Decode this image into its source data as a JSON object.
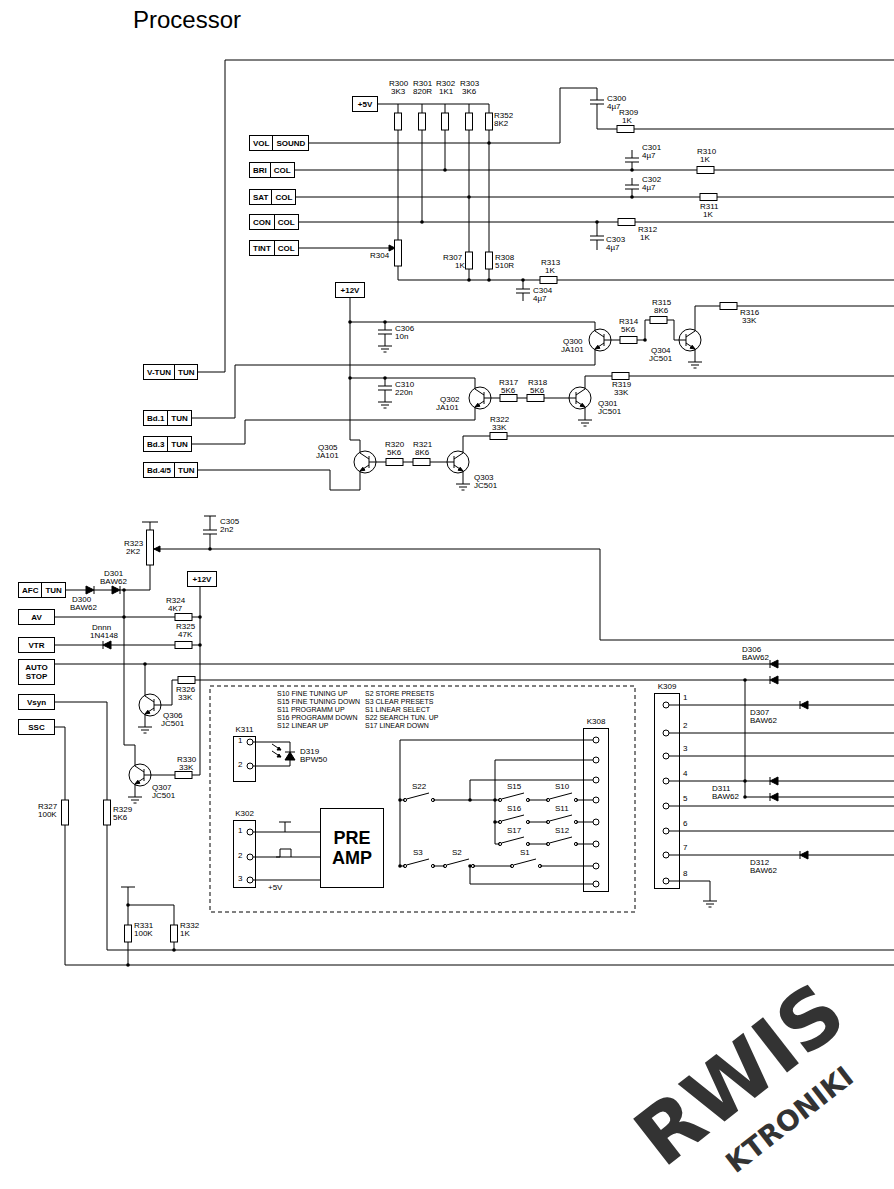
{
  "diagram": {
    "title": "Processor",
    "nodes": [
      {
        "text": [
          "+5V"
        ]
      },
      {
        "text": [
          "VOL",
          "SOUND"
        ]
      },
      {
        "text": [
          "BRI",
          "COL"
        ]
      },
      {
        "text": [
          "SAT",
          "COL"
        ]
      },
      {
        "text": [
          "CON",
          "COL"
        ]
      },
      {
        "text": [
          "TINT",
          "COL"
        ]
      },
      {
        "text": [
          "+12V"
        ]
      },
      {
        "text": [
          "V-TUN",
          "TUN"
        ]
      },
      {
        "text": [
          "Bd.1",
          "TUN"
        ]
      },
      {
        "text": [
          "Bd.3",
          "TUN"
        ]
      },
      {
        "text": [
          "Bd.4/5",
          "TUN"
        ]
      },
      {
        "text": [
          "AFC",
          "TUN"
        ]
      },
      {
        "text": [
          "AV"
        ]
      },
      {
        "text": [
          "+12V"
        ]
      },
      {
        "text": [
          "VTR"
        ]
      },
      {
        "text": [
          "AUTO STOP"
        ]
      },
      {
        "text": [
          "Vsyn"
        ]
      },
      {
        "text": [
          "SSC"
        ]
      },
      {
        "text": [
          "K311"
        ]
      },
      {
        "text": [
          "K302"
        ]
      },
      {
        "text": [
          "PRE AMP"
        ]
      },
      {
        "text": [
          "K308"
        ]
      },
      {
        "text": [
          "K309"
        ]
      }
    ],
    "edges": [
      {
        "from": 19,
        "to": 20,
        "arrow": "none"
      },
      {
        "from": 19,
        "to": 20,
        "arrow": "none"
      },
      {
        "from": 19,
        "to": 20,
        "arrow": "none"
      }
    ],
    "labels": [
      "R300",
      "3K3",
      "R301",
      "820R",
      "R302",
      "1K1",
      "R303",
      "3K6",
      "R352",
      "8K2",
      "C300",
      "4µ7",
      "R309",
      "1K",
      "C301",
      "4µ7",
      "R310",
      "1K",
      "C302",
      "4µ7",
      "R311",
      "1K",
      "R312",
      "1K",
      "C303",
      "4µ7",
      "R304",
      "R307",
      "1K",
      "R308",
      "510R",
      "R313",
      "1K",
      "C304",
      "4µ7",
      "C306",
      "10n",
      "R315",
      "8K6",
      "R314",
      "5K6",
      "Q300",
      "JA101",
      "Q304",
      "JC501",
      "R316",
      "33K",
      "C310",
      "220n",
      "R317",
      "5K6",
      "R318",
      "5K6",
      "Q302",
      "JA101",
      "Q301",
      "JC501",
      "R319",
      "33K",
      "R320",
      "5K6",
      "R321",
      "8K6",
      "Q305",
      "JA101",
      "R322",
      "33K",
      "Q303",
      "JC501",
      "C305",
      "2n2",
      "R323",
      "2K2",
      "D300",
      "BAW62",
      "D301",
      "BAW62",
      "R324",
      "4K7",
      "Dnnn",
      "1N4148",
      "R325",
      "47K",
      "R326",
      "33K",
      "Q306",
      "JC501",
      "Q307",
      "JC501",
      "R330",
      "33K",
      "R327",
      "100K",
      "R329",
      "5K6",
      "R331",
      "100K",
      "R332",
      "1K",
      "D306",
      "BAW62",
      "D307",
      "BAW62",
      "D311",
      "BAW62",
      "D312",
      "BAW62",
      "S10 FINE TUNING UP",
      "S15 FINE TUNING DOWN",
      "S11 PROGRAMM UP",
      "S16 PROGRAMM DOWN",
      "S12 LINEAR UP",
      "S2 STORE PRESETS",
      "S3 CLEAR PRESETS",
      "S1 LINEAR SELECT",
      "S22 SEARCH TUN. UP",
      "S17 LINEAR DOWN",
      "D319",
      "BPW50",
      "1",
      "2",
      "1",
      "2",
      "3",
      "+5V",
      "S22",
      "S15",
      "S10",
      "S16",
      "S11",
      "S17",
      "S12",
      "S3",
      "S2",
      "S1",
      "1",
      "2",
      "3",
      "4",
      "5",
      "6",
      "7",
      "8",
      "RWIS",
      "KTRONIKI"
    ]
  }
}
